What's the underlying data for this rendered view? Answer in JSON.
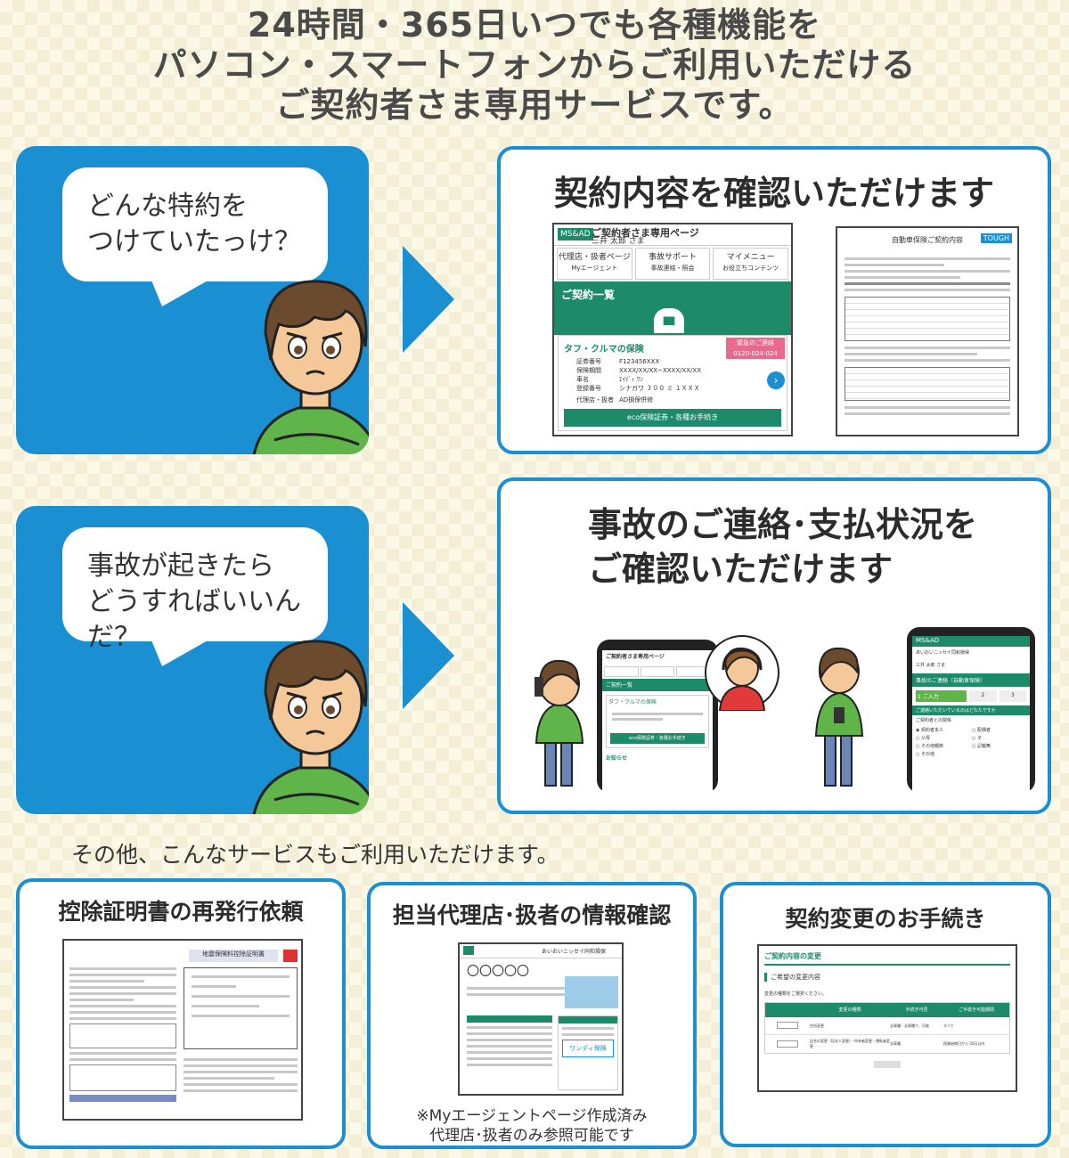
{
  "headline": {
    "line1": "24時間・365日いつでも各種機能を",
    "line2": "パソコン・スマートフォンからご利用いただける",
    "line3": "ご契約者さま専用サービスです。"
  },
  "panel1": {
    "bubble_line1": "どんな特約を",
    "bubble_line2": "つけていたっけ？"
  },
  "panel2": {
    "bubble_line1": "事故が起きたら",
    "bubble_line2": "どうすればいいんだ？"
  },
  "card1": {
    "title": "契約内容を確認いただけます",
    "phone": {
      "logo": "MS&AD",
      "page_title": "ご契約者さま専用ページ",
      "user_name": "三井 太郎 さま",
      "menu": [
        {
          "label": "代理店・扱者ページ",
          "sub": "Myエージェント"
        },
        {
          "label": "事故サポート",
          "sub": "事故連絡・照会"
        },
        {
          "label": "マイメニュー",
          "sub": "お役立ちコンテンツ"
        }
      ],
      "list_title": "ご契約一覧",
      "product": "タフ・クルマの保険",
      "emergency": "緊急のご連絡",
      "emergency_tel": "0120-024-024",
      "fields": [
        {
          "label": "証券番号",
          "value": "F123456XXX"
        },
        {
          "label": "保険期間",
          "value": "XXXX/XX/XX~XXXX/XX/XX"
        },
        {
          "label": "車名",
          "value": "ｴｲﾃﾞｨ ﾜﾝ"
        },
        {
          "label": "登録番号",
          "value": "シナガワ ３００ ミ １ＸＸＸ"
        },
        {
          "label": "代理店・扱者",
          "value": "AD損保併修"
        }
      ],
      "eco_button": "eco保険証券・各種お手続き"
    },
    "doc": {
      "title": "自動車保険ご契約内容",
      "badge": "TOUGH"
    }
  },
  "card2": {
    "title_line1": "事故のご連絡･支払状況を",
    "title_line2": "ご確認いただけます",
    "phone_left": {
      "page_title": "ご契約者さま専用ページ",
      "list_title": "ご契約一覧",
      "product": "タフ・クルマの保険",
      "eco_button": "eco保険証券・各種お手続き",
      "notice": "お知らせ"
    },
    "phone_right": {
      "logo": "MS&AD",
      "company": "あいおいニッセイ同和損保",
      "user_name": "三井 太郎 さま",
      "header": "事故のご連絡（自動車保険）",
      "steps": [
        "1 ご入力",
        "2",
        "3"
      ],
      "question": "ご連絡いただいているのはどなたですか",
      "section": "ご契約者との関係",
      "options": [
        "契約者本人",
        "配偶者",
        "父母",
        "子",
        "その他親族",
        "記載無",
        "その他"
      ]
    }
  },
  "others_intro": "その他、こんなサービスもご利用いただけます。",
  "service1": {
    "title": "控除証明書の再発行依頼",
    "doc_title": "地震保険料控除証明書"
  },
  "service2": {
    "title": "担当代理店･扱者の情報確認",
    "agency_name": "〇〇〇〇〇",
    "company": "あいおいニッセイ同和損保",
    "brand": "ワンディ保険",
    "note_line1": "※Myエージェントページ作成済み",
    "note_line2": "代理店･扱者のみ参照可能です"
  },
  "service3": {
    "title": "契約変更のお手続き",
    "screen_title": "ご契約内容の変更",
    "section": "ご希望の変更内容",
    "hint": "変更の種類をご選択ください。",
    "columns": [
      "",
      "変更の種類",
      "手続き可否",
      "ご手続き可能期間"
    ],
    "rows": [
      [
        "",
        "住所変更",
        "全車種・全車種で、可能",
        "すべて"
      ],
      [
        "",
        "記名の変更（記名人変更）・所有者変更・運転者変更",
        "全車種",
        "保険始期日から 30日以内"
      ]
    ]
  },
  "colors": {
    "blue": "#1a8fd2",
    "green": "#1d8a6a",
    "cream": "#fbf8e8"
  }
}
